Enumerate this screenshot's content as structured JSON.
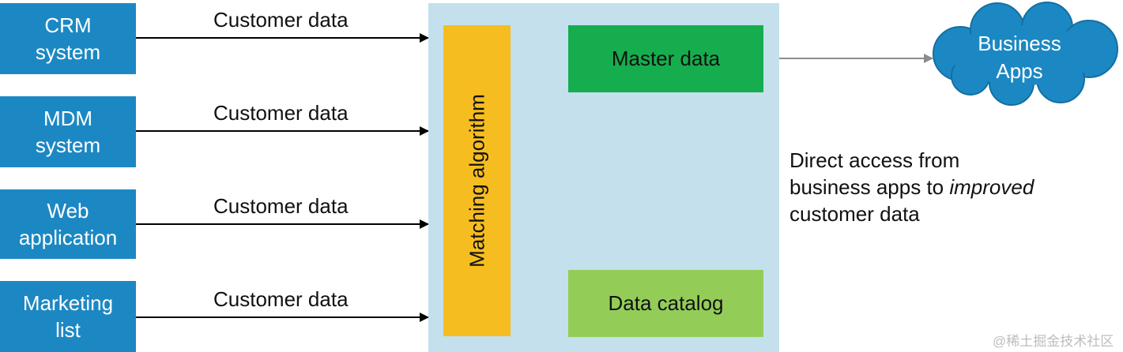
{
  "sources": [
    {
      "line1": "CRM",
      "line2": "system",
      "edge_label": "Customer data"
    },
    {
      "line1": "MDM",
      "line2": "system",
      "edge_label": "Customer data"
    },
    {
      "line1": "Web",
      "line2": "application",
      "edge_label": "Customer data"
    },
    {
      "line1": "Marketing",
      "line2": "list",
      "edge_label": "Customer data"
    }
  ],
  "hub": {
    "matching_label": "Matching algorithm",
    "master_label": "Master data",
    "catalog_label": "Data catalog"
  },
  "consumer": {
    "line1": "Business",
    "line2": "Apps"
  },
  "note": {
    "line1": "Direct access from",
    "line2_prefix": "business apps to ",
    "line2_emphasis": "improved",
    "line3": "customer data"
  },
  "watermark": "@稀土掘金技术社区",
  "colors": {
    "source_blue": "#1c88c3",
    "hub_background": "#c3e0ec",
    "matching_yellow": "#f6bd20",
    "master_green": "#16ad4e",
    "catalog_green": "#93cd58",
    "cloud_blue": "#1c88c3",
    "connector_gray": "#8c8c8c"
  }
}
